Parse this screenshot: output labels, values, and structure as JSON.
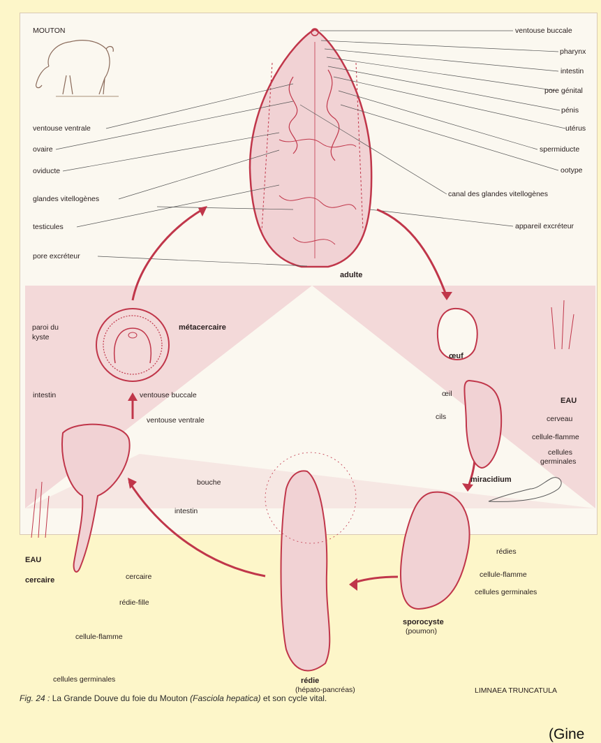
{
  "labels": {
    "host_top": "MOUTON",
    "ventouse_buccale": "ventouse buccale",
    "pharynx": "pharynx",
    "intestin_right": "intestin",
    "pore_genital": "pore génital",
    "penis": "pénis",
    "uterus": "utérus",
    "spermiducte": "spermiducte",
    "ootype": "ootype",
    "canal": "canal des glandes vitellogènes",
    "appareil": "appareil excréteur",
    "ventouse_ventrale": "ventouse ventrale",
    "ovaire": "ovaire",
    "oviducte": "oviducte",
    "glandes": "glandes vitellogènes",
    "testicules": "testicules",
    "pore_excreteur": "pore excréteur",
    "adulte": "adulte",
    "paroi_1": "paroi du",
    "paroi_2": "kyste",
    "metacercaire": "métacercaire",
    "oeuf": "œuf",
    "oeil": "œil",
    "eau_right": "EAU",
    "cils": "cils",
    "cerveau": "cerveau",
    "cellule_flamme_m": "cellule-flamme",
    "cellules_m_1": "cellules",
    "cellules_m_2": "germinales",
    "miracidium": "miracidium",
    "intestin_c": "intestin",
    "ventouse_buccale_c": "ventouse buccale",
    "ventouse_ventrale_c": "ventouse ventrale",
    "eau_left": "EAU",
    "cercaire_title": "cercaire",
    "bouche": "bouche",
    "intestin_r": "intestin",
    "cercaire_r": "cercaire",
    "redie_fille": "rédie-fille",
    "cellule_flamme_r": "cellule-flamme",
    "cellules_germinales_r": "cellules  germinales",
    "redie": "rédie",
    "redie_loc": "(hépato-pancréas)",
    "redies": "rédies",
    "cellule_flamme_s": "cellule-flamme",
    "cellules_germinales_s": "cellules germinales",
    "sporocyste": "sporocyste",
    "sporocyste_loc": "(poumon)",
    "limnaea": "LIMNAEA  TRUNCATULA"
  },
  "caption": {
    "fig": "Fig. 24 :",
    "text1": " La Grande Douve du  foie du Mouton ",
    "sci": "(Fasciola hepatica)",
    "text2": " et son cycle vital."
  },
  "credit": "(Gine",
  "colors": {
    "accent": "#c0364a",
    "fill": "#f1d2d4",
    "triangle": "#f3d9d9",
    "ink": "#2a2020"
  }
}
